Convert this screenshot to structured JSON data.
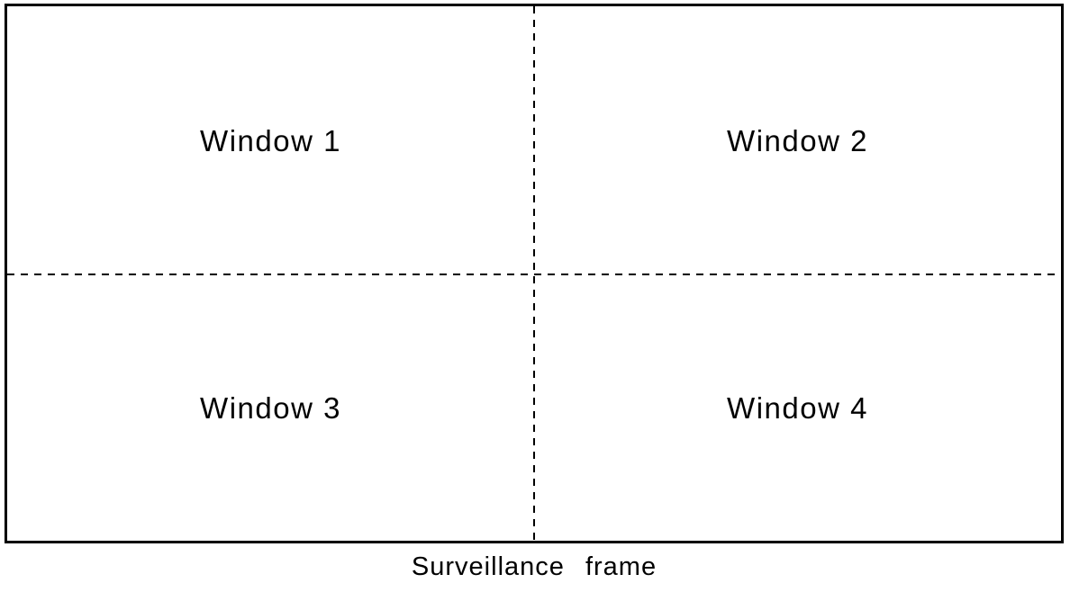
{
  "figure": {
    "caption": "Surveillance frame",
    "windows": [
      {
        "label": "Window 1"
      },
      {
        "label": "Window 2"
      },
      {
        "label": "Window 3"
      },
      {
        "label": "Window 4"
      }
    ],
    "colors": {
      "border": "#000000",
      "divider": "#000000",
      "text": "#000000",
      "background": "#ffffff"
    }
  }
}
